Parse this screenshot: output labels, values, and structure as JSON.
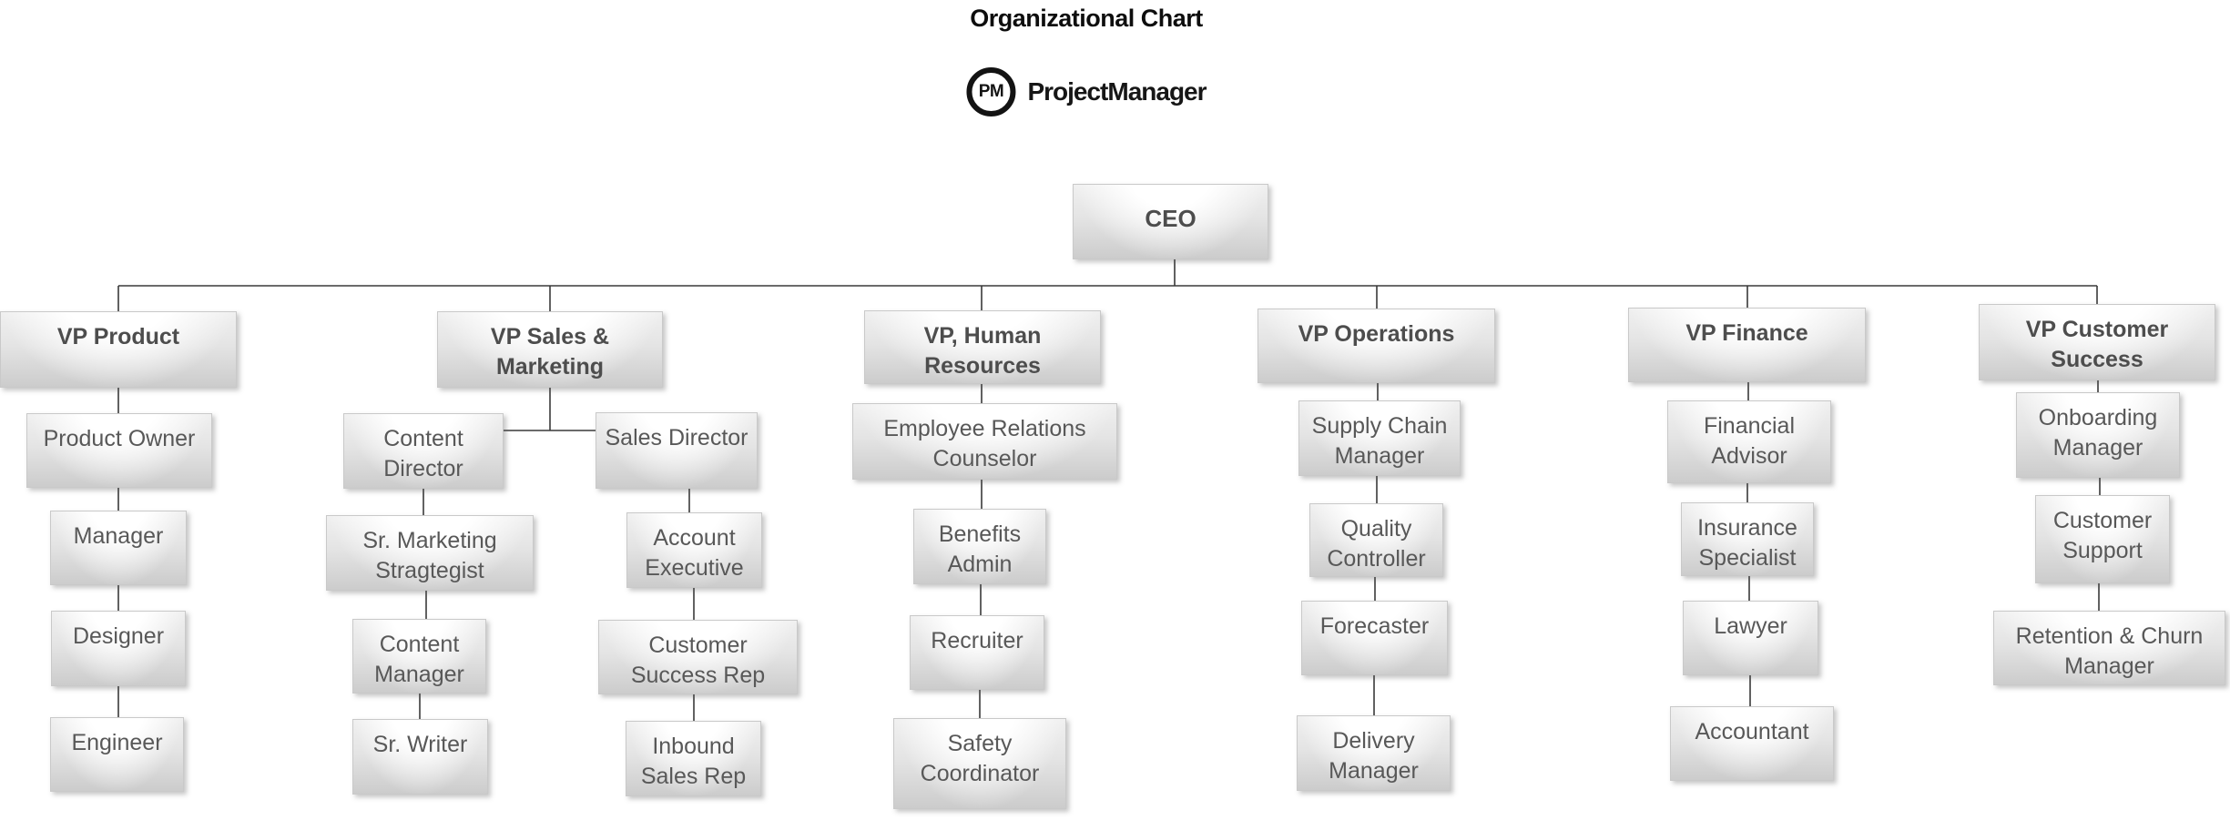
{
  "title": "Organizational Chart",
  "logo": {
    "badge": "PM",
    "wordmark": "ProjectManager"
  },
  "colors": {
    "line": "#3a3a3a",
    "box_border": "#c9c9c9",
    "box_text": "#585858",
    "title_text": "#0e0e0e"
  },
  "org": {
    "ceo": {
      "label": "CEO"
    },
    "branches": [
      {
        "label": "VP Product",
        "reports": [
          "Product Owner",
          "Manager",
          "Designer",
          "Engineer"
        ]
      },
      {
        "label": "VP Sales &\nMarketing",
        "teams": [
          {
            "label": "Content\nDirector",
            "reports": [
              "Sr. Marketing\nStragtegist",
              "Content\nManager",
              "Sr. Writer"
            ]
          },
          {
            "label": "Sales Director",
            "reports": [
              "Account\nExecutive",
              "Customer\nSuccess Rep",
              "Inbound\nSales Rep"
            ]
          }
        ]
      },
      {
        "label": "VP, Human\nResources",
        "reports": [
          "Employee Relations\nCounselor",
          "Benefits\nAdmin",
          "Recruiter",
          "Safety\nCoordinator"
        ]
      },
      {
        "label": "VP Operations",
        "reports": [
          "Supply Chain\nManager",
          "Quality\nController",
          "Forecaster",
          "Delivery\nManager"
        ]
      },
      {
        "label": "VP Finance",
        "reports": [
          "Financial\nAdvisor",
          "Insurance\nSpecialist",
          "Lawyer",
          "Accountant"
        ]
      },
      {
        "label": "VP Customer\nSuccess",
        "reports": [
          "Onboarding\nManager",
          "Customer\nSupport",
          "Retention & Churn\nManager"
        ]
      }
    ]
  }
}
